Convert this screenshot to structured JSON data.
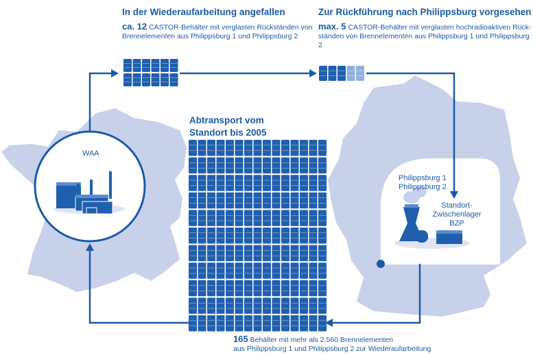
{
  "top_left": {
    "heading": "In der Wiederaufarbeitung angefallen",
    "count": "ca. 12",
    "text_line1": "CASTOR-Behälter mit verglasten Rückständen von",
    "text_line2": "Brennelementen aus Philippsburg 1 und Philippsburg 2"
  },
  "top_right": {
    "heading": "Zur Rückführung nach Philippsburg vorgesehen",
    "count": "max. 5",
    "text_line1": "CASTOR-Behälter mit verglasten hochradioaktiven Rück-",
    "text_line2": "ständen von Brennelementen aus Philippsburg 1 und Philippsburg 2"
  },
  "center": {
    "heading_line1": "Abtransport vom",
    "heading_line2": "Standort bis 2005"
  },
  "bottom": {
    "count": "165",
    "text_line1": "Behälter mit mehr als 2.560 Brennelementen",
    "text_line2": "aus Philippsburg 1 und Philippsburg 2 zur Wiederaufarbeitung"
  },
  "waa": {
    "label": "WAA"
  },
  "philippsburg": {
    "label_line1": "Philippsburg 1",
    "label_line2": "Philippsburg 2",
    "storage_line1": "Standort-",
    "storage_line2": "Zwischenlager",
    "storage_line3": "BZP"
  },
  "counts": {
    "reprocessing_containers": 12,
    "return_containers": 5,
    "transported_containers": 165
  },
  "colors": {
    "primary": "#1a5aa6",
    "map": "#c7d2ea",
    "container": "#1f5fae",
    "container_light": "#8fb0dc"
  }
}
